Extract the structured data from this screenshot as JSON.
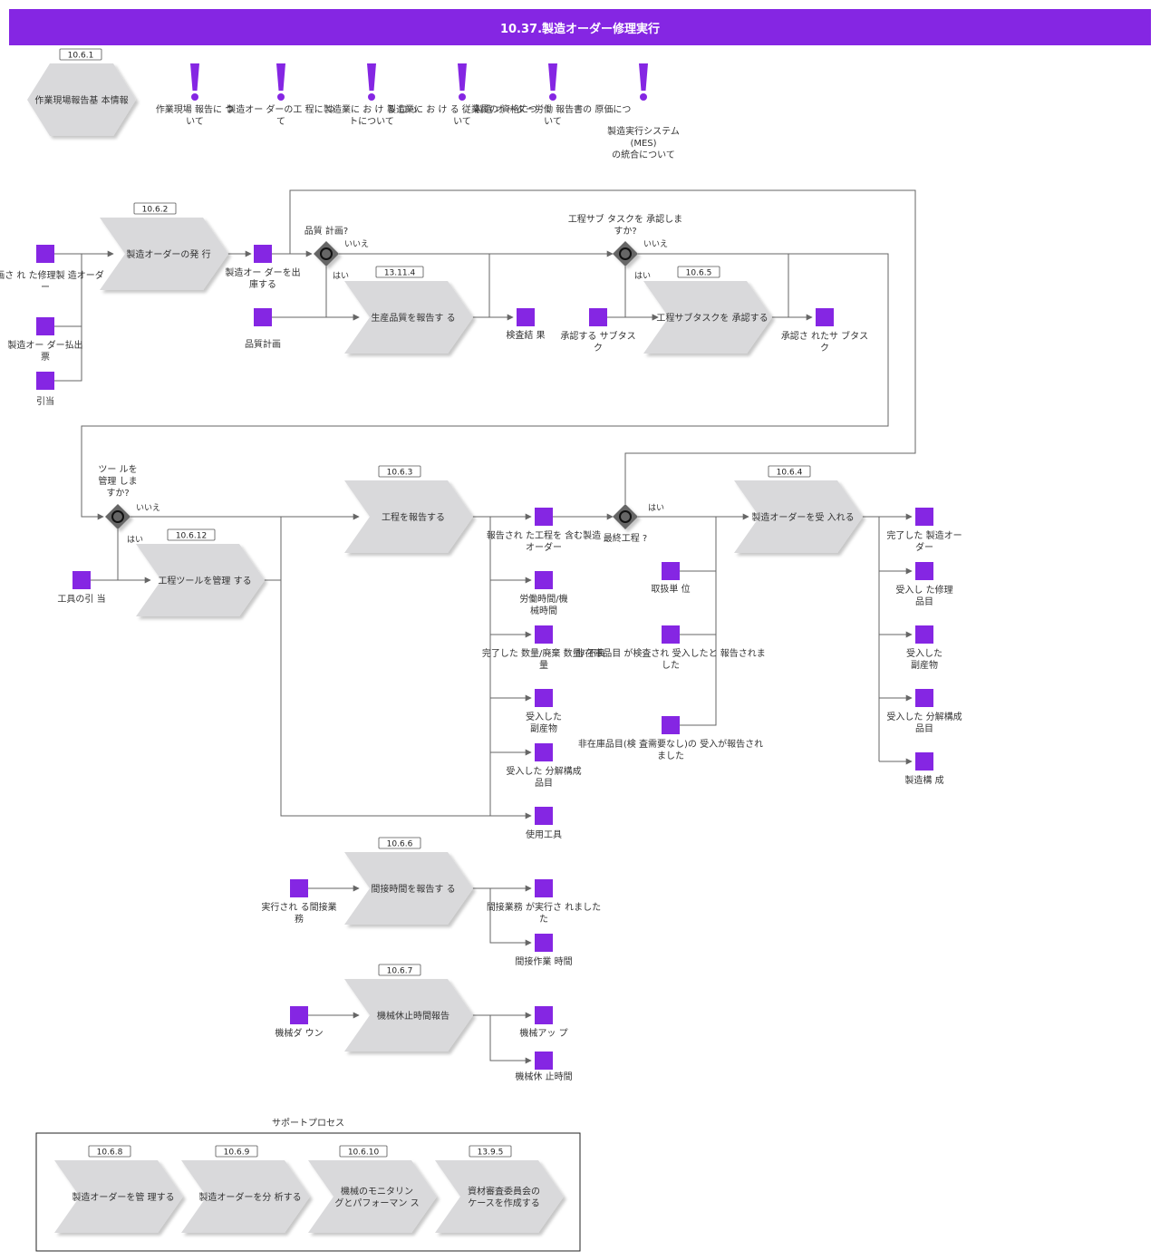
{
  "header": {
    "title": "10.37.製造オーダー修理実行"
  },
  "colors": {
    "accent": "#8526e3",
    "process": "#d9d9db",
    "line": "#666666"
  },
  "top": {
    "hex_id": "10.6.1",
    "hex_label": [
      "作業現場報告基 本情報"
    ],
    "notes": [
      {
        "id": "note-1",
        "lines": [
          "作業現場 報告に つ",
          "いて"
        ]
      },
      {
        "id": "note-2",
        "lines": [
          "製造オー ダーの工 程に つ",
          "て"
        ]
      },
      {
        "id": "note-3",
        "lines": [
          "製造業に お け る ロ ッ",
          "トについて"
        ]
      },
      {
        "id": "note-4",
        "lines": [
          "製造業に お け る 従業員の 資格につ",
          "いて"
        ]
      },
      {
        "id": "note-5",
        "lines": [
          "製造 オ ーダー労働 報告書の 原価につ",
          "いて"
        ]
      },
      {
        "id": "note-6",
        "lines": [
          "製造実行システム",
          "(MES)",
          "の統合について"
        ]
      }
    ]
  },
  "processes": [
    {
      "id": "p-issue",
      "num": "10.6.2",
      "lines": [
        "製造オーダーの発 行"
      ]
    },
    {
      "id": "p-quality",
      "num": "13.11.4",
      "lines": [
        "生産品質を報告す る"
      ]
    },
    {
      "id": "p-approve",
      "num": "10.6.5",
      "lines": [
        "工程サブタスクを 承認する"
      ]
    },
    {
      "id": "p-report-op",
      "num": "10.6.3",
      "lines": [
        "工程を報告する"
      ]
    },
    {
      "id": "p-receive",
      "num": "10.6.4",
      "lines": [
        "製造オーダーを受 入れる"
      ]
    },
    {
      "id": "p-tools",
      "num": "10.6.12",
      "lines": [
        "工程ツールを管理 する"
      ]
    },
    {
      "id": "p-indirect",
      "num": "10.6.6",
      "lines": [
        "間接時間を報告す る"
      ]
    },
    {
      "id": "p-downtime",
      "num": "10.6.7",
      "lines": [
        "機械休止時間報告"
      ]
    }
  ],
  "gateways": [
    {
      "id": "g-quality",
      "lines": [
        "品質 計画?"
      ],
      "no": "いいえ",
      "yes": "はい"
    },
    {
      "id": "g-subtask",
      "lines": [
        "工程サブ タスクを 承認しま",
        "すか?"
      ],
      "no": "いいえ",
      "yes": "はい"
    },
    {
      "id": "g-tools",
      "lines": [
        "ツー ルを",
        "管理 しま",
        "すか?"
      ],
      "no": "いいえ",
      "yes": "はい"
    },
    {
      "id": "g-final",
      "lines": [
        "最終工程 ?"
      ],
      "yes": "はい"
    }
  ],
  "data_objects": [
    {
      "id": "d-planned",
      "lines": [
        "計画さ れ た修理製 造オーダ",
        "ー"
      ]
    },
    {
      "id": "d-slip",
      "lines": [
        "製造オー ダー払出",
        "票"
      ]
    },
    {
      "id": "d-alloc",
      "lines": [
        "引当"
      ]
    },
    {
      "id": "d-released",
      "lines": [
        "製造オー ダーを出",
        "庫する"
      ]
    },
    {
      "id": "d-qplan",
      "lines": [
        "品質計画"
      ]
    },
    {
      "id": "d-result",
      "lines": [
        "検査結 果"
      ]
    },
    {
      "id": "d-subtask",
      "lines": [
        "承認する サブタス",
        "ク"
      ]
    },
    {
      "id": "d-approved",
      "lines": [
        "承認さ れたサ ブタス",
        "ク"
      ]
    },
    {
      "id": "d-tool-alloc",
      "lines": [
        "工具の引 当"
      ]
    },
    {
      "id": "d-op-reported",
      "lines": [
        "報告され た工程を 含む製造",
        "オーダー"
      ]
    },
    {
      "id": "d-labor",
      "lines": [
        "労働時間/機",
        "械時間"
      ]
    },
    {
      "id": "d-qty",
      "lines": [
        "完了した 数量/廃棄 数量/ 不良",
        "量"
      ]
    },
    {
      "id": "d-byprod",
      "lines": [
        "受入した",
        "副産物"
      ]
    },
    {
      "id": "d-disasm",
      "lines": [
        "受入した 分解構成",
        "品目"
      ]
    },
    {
      "id": "d-tools-used",
      "lines": [
        "使用工具"
      ]
    },
    {
      "id": "d-unit",
      "lines": [
        "取扱単 位"
      ]
    },
    {
      "id": "d-inspected",
      "lines": [
        "非在庫品目 が検査され 受入したと 報告されま",
        "した"
      ]
    },
    {
      "id": "d-noinspect",
      "lines": [
        "非在庫品目(検 査需要なし)の 受入が報告され",
        "ました"
      ]
    },
    {
      "id": "d-completed",
      "lines": [
        "完了した 製造オー",
        "ダー"
      ]
    },
    {
      "id": "d-recv-repair",
      "lines": [
        "受入し た修理",
        "品目"
      ]
    },
    {
      "id": "d-recv-byprod",
      "lines": [
        "受入した",
        "副産物"
      ]
    },
    {
      "id": "d-recv-disasm",
      "lines": [
        "受入した 分解構成",
        "品目"
      ]
    },
    {
      "id": "d-bom",
      "lines": [
        "製造構 成"
      ]
    },
    {
      "id": "d-indirect-job",
      "lines": [
        "実行され る間接業",
        "務"
      ]
    },
    {
      "id": "d-indirect-done",
      "lines": [
        "間接業務 が実行さ れました",
        "た"
      ]
    },
    {
      "id": "d-indirect-time",
      "lines": [
        "間接作業 時間"
      ]
    },
    {
      "id": "d-machine-down",
      "lines": [
        "機械ダ ウン"
      ]
    },
    {
      "id": "d-machine-up",
      "lines": [
        "機械アッ プ"
      ]
    },
    {
      "id": "d-downtime",
      "lines": [
        "機械休 止時間"
      ]
    }
  ],
  "support": {
    "label": "サポートプロセス",
    "items": [
      {
        "num": "10.6.8",
        "lines": [
          "製造オーダーを管 理する"
        ]
      },
      {
        "num": "10.6.9",
        "lines": [
          "製造オーダーを分 析する"
        ]
      },
      {
        "num": "10.6.10",
        "lines": [
          "機械のモニタリン",
          "グとパフォーマン ス"
        ]
      },
      {
        "num": "13.9.5",
        "lines": [
          "資材審査委員会の",
          "ケースを作成する"
        ]
      }
    ]
  }
}
